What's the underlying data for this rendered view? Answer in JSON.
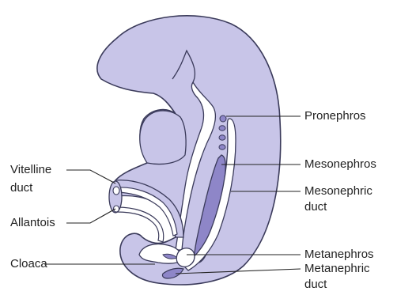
{
  "diagram": {
    "labels": {
      "pronephros": "Pronephros",
      "mesonephros": "Mesonephros",
      "mesonephric_duct_line1": "Mesonephric",
      "mesonephric_duct_line2": "duct",
      "vitelline_duct_line1": "Vitelline",
      "vitelline_duct_line2": "duct",
      "allantois": "Allantois",
      "cloaca": "Cloaca",
      "metanephros": "Metanephros",
      "metanephric_duct_line1": "Metanephric",
      "metanephric_duct_line2": "duct"
    },
    "colors": {
      "embryo_fill": "#c8c5e8",
      "outline": "#3a3a5a",
      "mesonephros_fill": "#8e86c8",
      "lumen_fill": "#ffffff",
      "leader_line": "#222222"
    }
  }
}
